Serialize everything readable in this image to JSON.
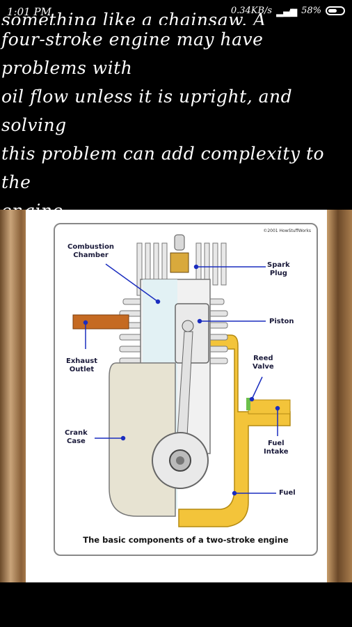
{
  "status": {
    "time": "1:01 PM",
    "net_speed": "0.34KB/s",
    "battery": "58%"
  },
  "article": {
    "cut_line": "something like a chainsaw. A standard",
    "lines": [
      "four-stroke engine may have problems with",
      "oil flow unless it is upright, and solving",
      "this problem can add complexity to the",
      "engine."
    ]
  },
  "figure": {
    "credit": "©2001 HowStuffWorks",
    "caption": "The basic components of a two-stroke engine",
    "labels": {
      "combustion_chamber": "Combustion\nChamber",
      "spark_plug": "Spark\nPlug",
      "piston": "Piston",
      "exhaust_outlet": "Exhaust\nOutlet",
      "reed_valve": "Reed\nValve",
      "crank_case": "Crank\nCase",
      "fuel_intake": "Fuel\nIntake",
      "fuel": "Fuel"
    }
  }
}
